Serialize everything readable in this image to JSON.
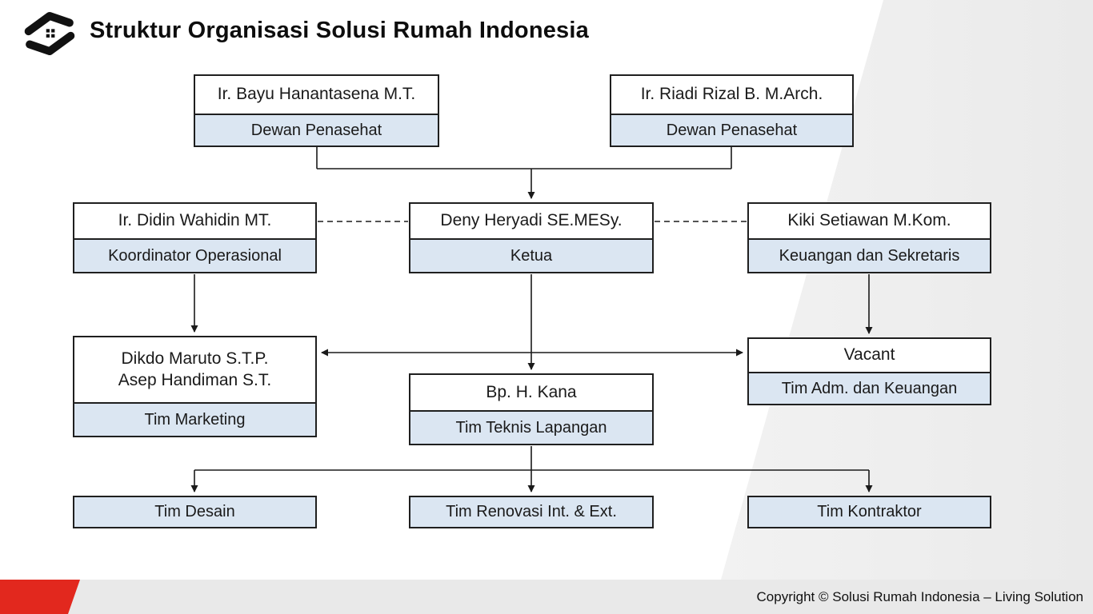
{
  "header": {
    "title": "Struktur Organisasi Solusi Rumah Indonesia",
    "logo_name": "solusi-rumah-hands-house-logo"
  },
  "org_chart": {
    "nodes": {
      "advisor_left": {
        "name": "Ir. Bayu Hanantasena M.T.",
        "role": "Dewan Penasehat"
      },
      "advisor_right": {
        "name": "Ir. Riadi Rizal B. M.Arch.",
        "role": "Dewan Penasehat"
      },
      "coordinator": {
        "name": "Ir. Didin Wahidin MT.",
        "role": "Koordinator Operasional"
      },
      "chairman": {
        "name": "Deny Heryadi SE.MESy.",
        "role": "Ketua"
      },
      "finance_secretary": {
        "name": "Kiki Setiawan M.Kom.",
        "role": "Keuangan dan Sekretaris"
      },
      "marketing": {
        "name_line1": "Dikdo Maruto S.T.P.",
        "name_line2": "Asep Handiman S.T.",
        "role": "Tim Marketing"
      },
      "field_team": {
        "name": "Bp. H. Kana",
        "role": "Tim Teknis Lapangan"
      },
      "admin_finance": {
        "name": "Vacant",
        "role": "Tim Adm. dan Keuangan"
      },
      "team_design": {
        "label": "Tim Desain"
      },
      "team_renovation": {
        "label": "Tim Renovasi Int. & Ext."
      },
      "team_contractor": {
        "label": "Tim Kontraktor"
      }
    }
  },
  "footer": {
    "copyright": "Copyright © Solusi Rumah Indonesia – Living Solution"
  },
  "colors": {
    "role_fill": "#dbe6f2",
    "box_border": "#1f1f1f",
    "connector": "#1a1a1a",
    "accent_red": "#e2281e",
    "accent_red_dark": "#b82015",
    "footer_bg": "#e9e9e9",
    "diagonal_gray": "#ededed"
  }
}
